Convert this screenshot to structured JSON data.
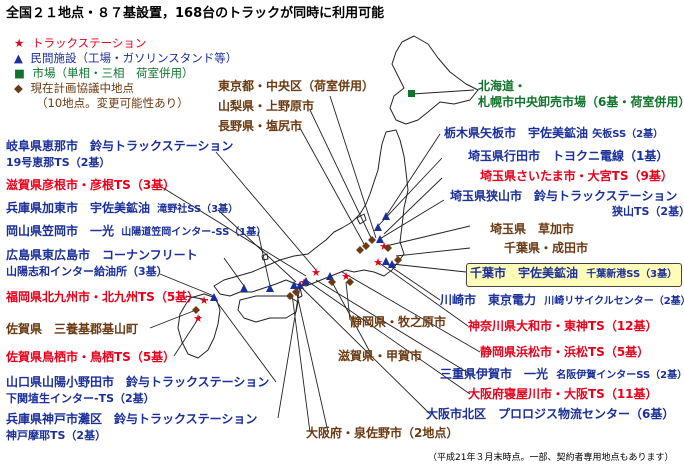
{
  "title": "全国２１地点・８７基設置，168台のトラックが同時に利用可能",
  "legend": {
    "items": [
      {
        "symbol": "★",
        "label": "トラックステーション",
        "color": "#e8001a",
        "icon": "red-star-icon"
      },
      {
        "symbol": "▲",
        "label": "民間施設（工場・ガソリンスタンド等）",
        "color": "#1a2f99",
        "icon": "blue-triangle-icon"
      },
      {
        "symbol": "■",
        "label": "市場（単相・三相　荷室併用）",
        "color": "#10732c",
        "icon": "green-square-icon"
      },
      {
        "symbol": "◆",
        "label": "現在計画協議中地点",
        "color": "#6b3a12",
        "icon": "brown-diamond-icon"
      }
    ],
    "note": "（10地点。変更可能性あり）"
  },
  "labels": {
    "tokyo": "東京都・中央区（荷室併用）",
    "yamanashi": "山梨県・上野原市",
    "nagano": "長野県・塩尻市",
    "hokkaido1": "北海道・",
    "hokkaido2": "札幌市中央卸売市場（6基・荷室併用）",
    "tochigi1": "栃木県矢板市　宇佐美鉱油",
    "tochigi2": "矢板SS（2基）",
    "gyoda": "埼玉県行田市　トヨクニ電線（1基）",
    "saitama": "埼玉県さいたま市・大宮TS（9基）",
    "sayama1": "埼玉県狭山市　鈴与トラックステーション",
    "sayama2": "狭山TS（2基）",
    "soka": "埼玉県　草加市",
    "narita": "千葉県・成田市",
    "chiba1": "千葉市　宇佐美鉱油",
    "chiba2": "千葉新港SS（3基）",
    "kawasaki1": "川崎市　東京電力",
    "kawasaki2": "川崎リサイクルセンター（2基）",
    "yamato": "神奈川県大和市・東神TS（12基）",
    "hamamatsu": "静岡県浜松市・浜松TS（5基）",
    "iga1": "三重県伊賀市　一光",
    "iga2": "名阪伊賀インターSS（2基）",
    "neyagawa": "大阪府寝屋川市・大阪TS（11基）",
    "kitaku": "大阪市北区　プロロジス物流センター（6基）",
    "gifu1": "岐阜県恵那市　鈴与トラックステーション",
    "gifu2": "19号恵那TS（2基）",
    "hikone": "滋賀県彦根市・彦根TS（3基）",
    "kato1": "兵庫県加東市　宇佐美鉱油",
    "kato2": "滝野社SS（3基）",
    "kasaoka1": "岡山県笠岡市　一光",
    "kasaoka2": "山陽道笠岡インター-SS（1基）",
    "hiroshima1": "広島県東広島市　コーナンフリート",
    "hiroshima2": "山陽志和インター給油所（3基）",
    "kitakyushu": "福岡県北九州市・北九州TS（5基）",
    "saga": "佐賀県　三養基郡基山町",
    "tosu": "佐賀県鳥栖市・鳥栖TS（5基）",
    "onoda1": "山口県山陽小野田市　鈴与トラックステーション",
    "onoda2": "下関埴生インター-TS（2基）",
    "nada1": "兵庫県神戸市灘区　鈴与トラックステーション",
    "nada2": "神戸摩耶TS（2基）",
    "shizuoka": "静岡県・牧之原市",
    "koka": "滋賀県・甲賀市",
    "izumisano": "大阪府・泉佐野市（2地点）"
  },
  "footnote": "（平成21年３月末時点。一部、契約者専用地点もあります）",
  "colors": {
    "station": "#e8001a",
    "private": "#1a2f99",
    "market": "#10732c",
    "planned": "#6b3a12",
    "highlight": "#fffcb8"
  }
}
